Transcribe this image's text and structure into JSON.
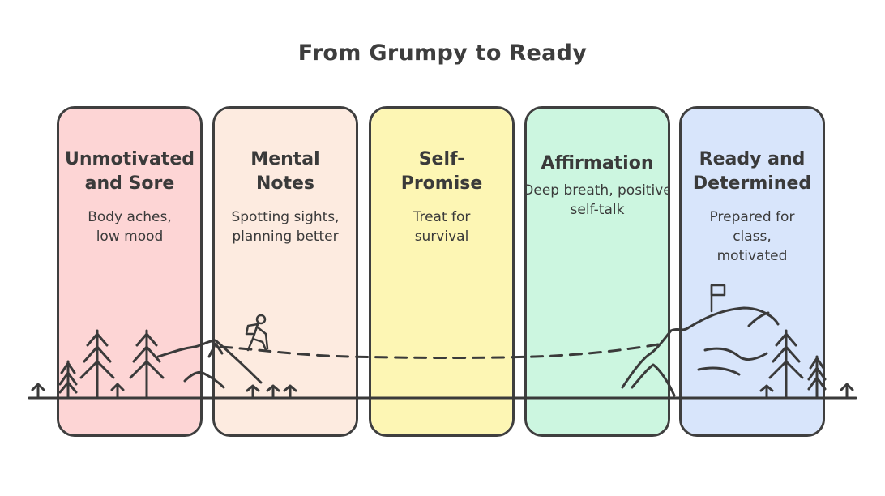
{
  "title": "From Grumpy to Ready",
  "stages": [
    {
      "title": "Unmotivated and Sore",
      "desc": "Body aches, low mood",
      "color": "#fdd3d3"
    },
    {
      "title": "Mental Notes",
      "desc": "Spotting sights, planning better",
      "color": "#fdeade"
    },
    {
      "title": "Self-Promise",
      "desc": "Treat for survival",
      "color": "#fdf6b0"
    },
    {
      "title": "Affirmation",
      "desc": "Deep breath, positive self-talk",
      "color": "#c9f5de"
    },
    {
      "title": "Ready and Determined",
      "desc": "Prepared for class, motivated",
      "color": "#d6e4fb"
    }
  ],
  "icons": [
    "hiker-icon",
    "flag-icon",
    "tree-icon",
    "mountain-icon"
  ]
}
